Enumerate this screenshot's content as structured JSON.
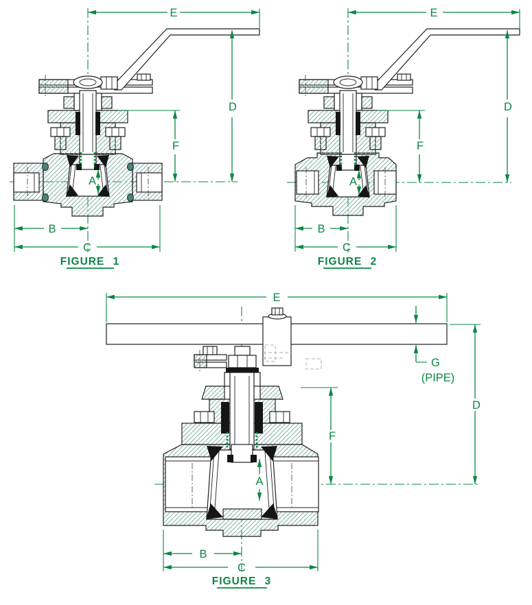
{
  "diagram": {
    "type": "technical-valve-cross-section-drawing",
    "figures": [
      {
        "id": "figure-1",
        "caption": "FIGURE 1",
        "dim_labels": {
          "A": "A",
          "B": "B",
          "C": "C",
          "D": "D",
          "E": "E",
          "F": "F"
        }
      },
      {
        "id": "figure-2",
        "caption": "FIGURE 2",
        "dim_labels": {
          "A": "A",
          "B": "B",
          "C": "C",
          "D": "D",
          "E": "E",
          "F": "F"
        }
      },
      {
        "id": "figure-3",
        "caption": "FIGURE 3",
        "dim_labels": {
          "A": "A",
          "B": "B",
          "C": "C",
          "D": "D",
          "E": "E",
          "F": "F",
          "G": "G",
          "G_note": "(PIPE)"
        }
      }
    ],
    "colors": {
      "dimension_green": "#0a8742",
      "hatch_teal": "#85b3a8",
      "oring_teal": "#4a8579",
      "outline_black": "#1f1f1f",
      "hidden_gray": "#b2b2b2",
      "background": "#ffffff"
    }
  }
}
